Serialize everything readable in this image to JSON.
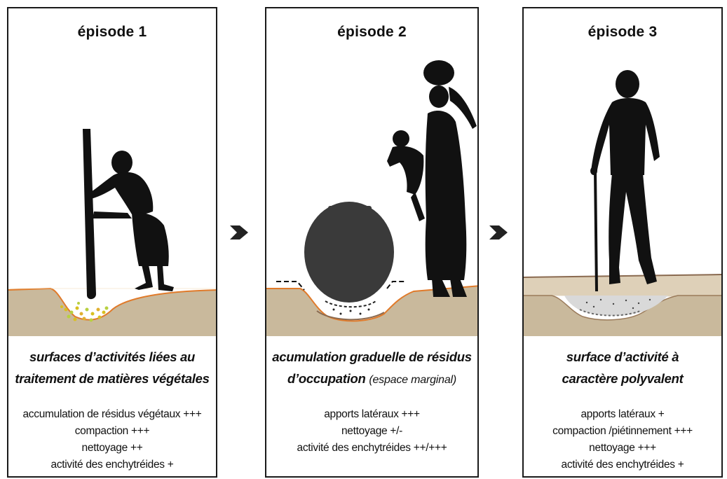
{
  "episodes": [
    {
      "title": "épisode 1",
      "caption_lines": [
        "surfaces d’activités liées au",
        "traitement de matières végétales"
      ],
      "notes": [
        "accumulation de résidus végétaux +++",
        "compaction +++",
        "nettoyage ++",
        "activité des enchytréides +"
      ]
    },
    {
      "title": "épisode 2",
      "caption_lines": [
        "acumulation graduelle de résidus",
        "d’occupation"
      ],
      "caption_suffix": "(espace marginal)",
      "notes": [
        "apports latéraux +++",
        "nettoyage +/-",
        "activité des enchytréides ++/+++"
      ]
    },
    {
      "title": "épisode 3",
      "caption_lines": [
        "surface d’activité à",
        "caractère polyvalent"
      ],
      "notes": [
        "apports latéraux +",
        "compaction /piétinnement +++",
        "nettoyage +++",
        "activité des enchytréides +"
      ]
    }
  ],
  "icons": {
    "arrow_1": "chevron-right-icon",
    "arrow_2": "chevron-right-icon"
  },
  "colors": {
    "soil": "#c9b99c",
    "soil_line": "#e07a2a",
    "silhouette": "#111111",
    "pot": "#3a3a3a",
    "ash": "#d9d9d9"
  }
}
